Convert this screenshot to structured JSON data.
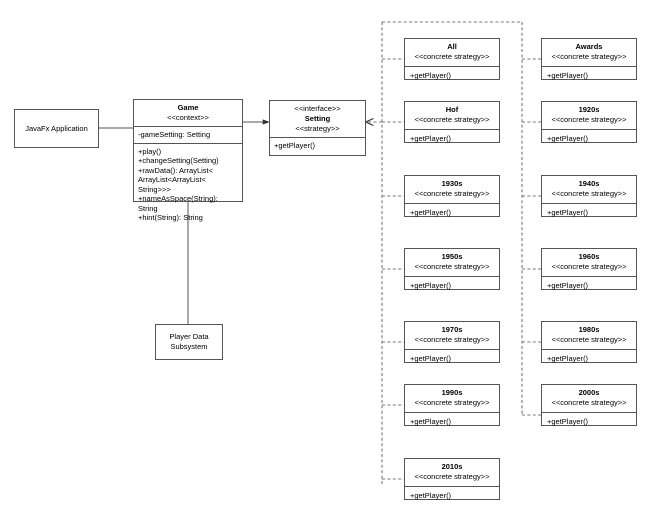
{
  "diagram": {
    "title": "Strategy Pattern Class Diagram",
    "stroke_color": "#555555",
    "background_color": "#ffffff"
  },
  "actor": {
    "label": "JavaFx Application"
  },
  "context_class": {
    "name": "Game",
    "stereotype": "<<context>>",
    "attributes": [
      "-gameSetting: Setting"
    ],
    "operations": [
      "+play()",
      "+changeSetting(Setting)",
      "+rawData(): ArrayList<",
      "ArrayList<ArrayList<",
      "String>>>",
      "+nameAsSpace(String): String",
      "+hint(String): String"
    ]
  },
  "subsystem": {
    "label": "Player Data\nSubsystem"
  },
  "interface_class": {
    "stereotype_top": "<<interface>>",
    "name": "Setting",
    "stereotype_bottom": "<<strategy>>",
    "operations": [
      "+getPlayer()"
    ]
  },
  "concrete_stereotype": "<<concrete strategy>>",
  "concrete_operation": "+getPlayer()",
  "strategies": {
    "left_column": [
      {
        "name": "All"
      },
      {
        "name": "Hof"
      },
      {
        "name": "1930s"
      },
      {
        "name": "1950s"
      },
      {
        "name": "1970s"
      },
      {
        "name": "1990s"
      },
      {
        "name": "2010s"
      }
    ],
    "right_column": [
      {
        "name": "Awards"
      },
      {
        "name": "1920s"
      },
      {
        "name": "1940s"
      },
      {
        "name": "1960s"
      },
      {
        "name": "1980s"
      },
      {
        "name": "2000s"
      }
    ]
  },
  "relations": {
    "actor_to_game": "association",
    "game_to_setting": "directed-association",
    "game_to_subsystem": "association",
    "setting_to_strategies": "realization"
  }
}
